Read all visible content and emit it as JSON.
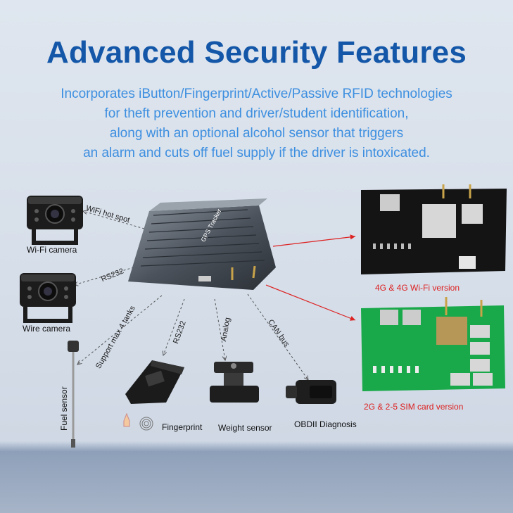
{
  "header": {
    "title": "Advanced Security Features",
    "description_lines": [
      "Incorporates iButton/Fingerprint/Active/Passive RFID technologies",
      "for theft prevention and driver/student identification,",
      "along with an optional alcohol sensor that triggers",
      "an alarm and cuts off fuel supply if the driver is intoxicated."
    ]
  },
  "device": {
    "label": "GPS Tracker"
  },
  "connections": {
    "wifi": "WiFi hot spot",
    "rs232_camera": "RS232",
    "fuel": "Support max 4 tanks",
    "rs232_fp": "RS232",
    "analog": "Analog",
    "can": "CAN bus"
  },
  "peripherals": {
    "wifi_camera": "Wi-Fi camera",
    "wire_camera": "Wire camera",
    "fuel_sensor": "Fuel sensor",
    "fingerprint": "Fingerprint",
    "weight_sensor": "Weight sensor",
    "obd": "OBDII Diagnosis"
  },
  "versions": {
    "v4g": "4G & 4G Wi-Fi version",
    "v2g": "2G & 2-5 SIM card version"
  },
  "colors": {
    "title": "#1457a8",
    "description": "#3d8fe0",
    "version_caption": "#d22222"
  }
}
